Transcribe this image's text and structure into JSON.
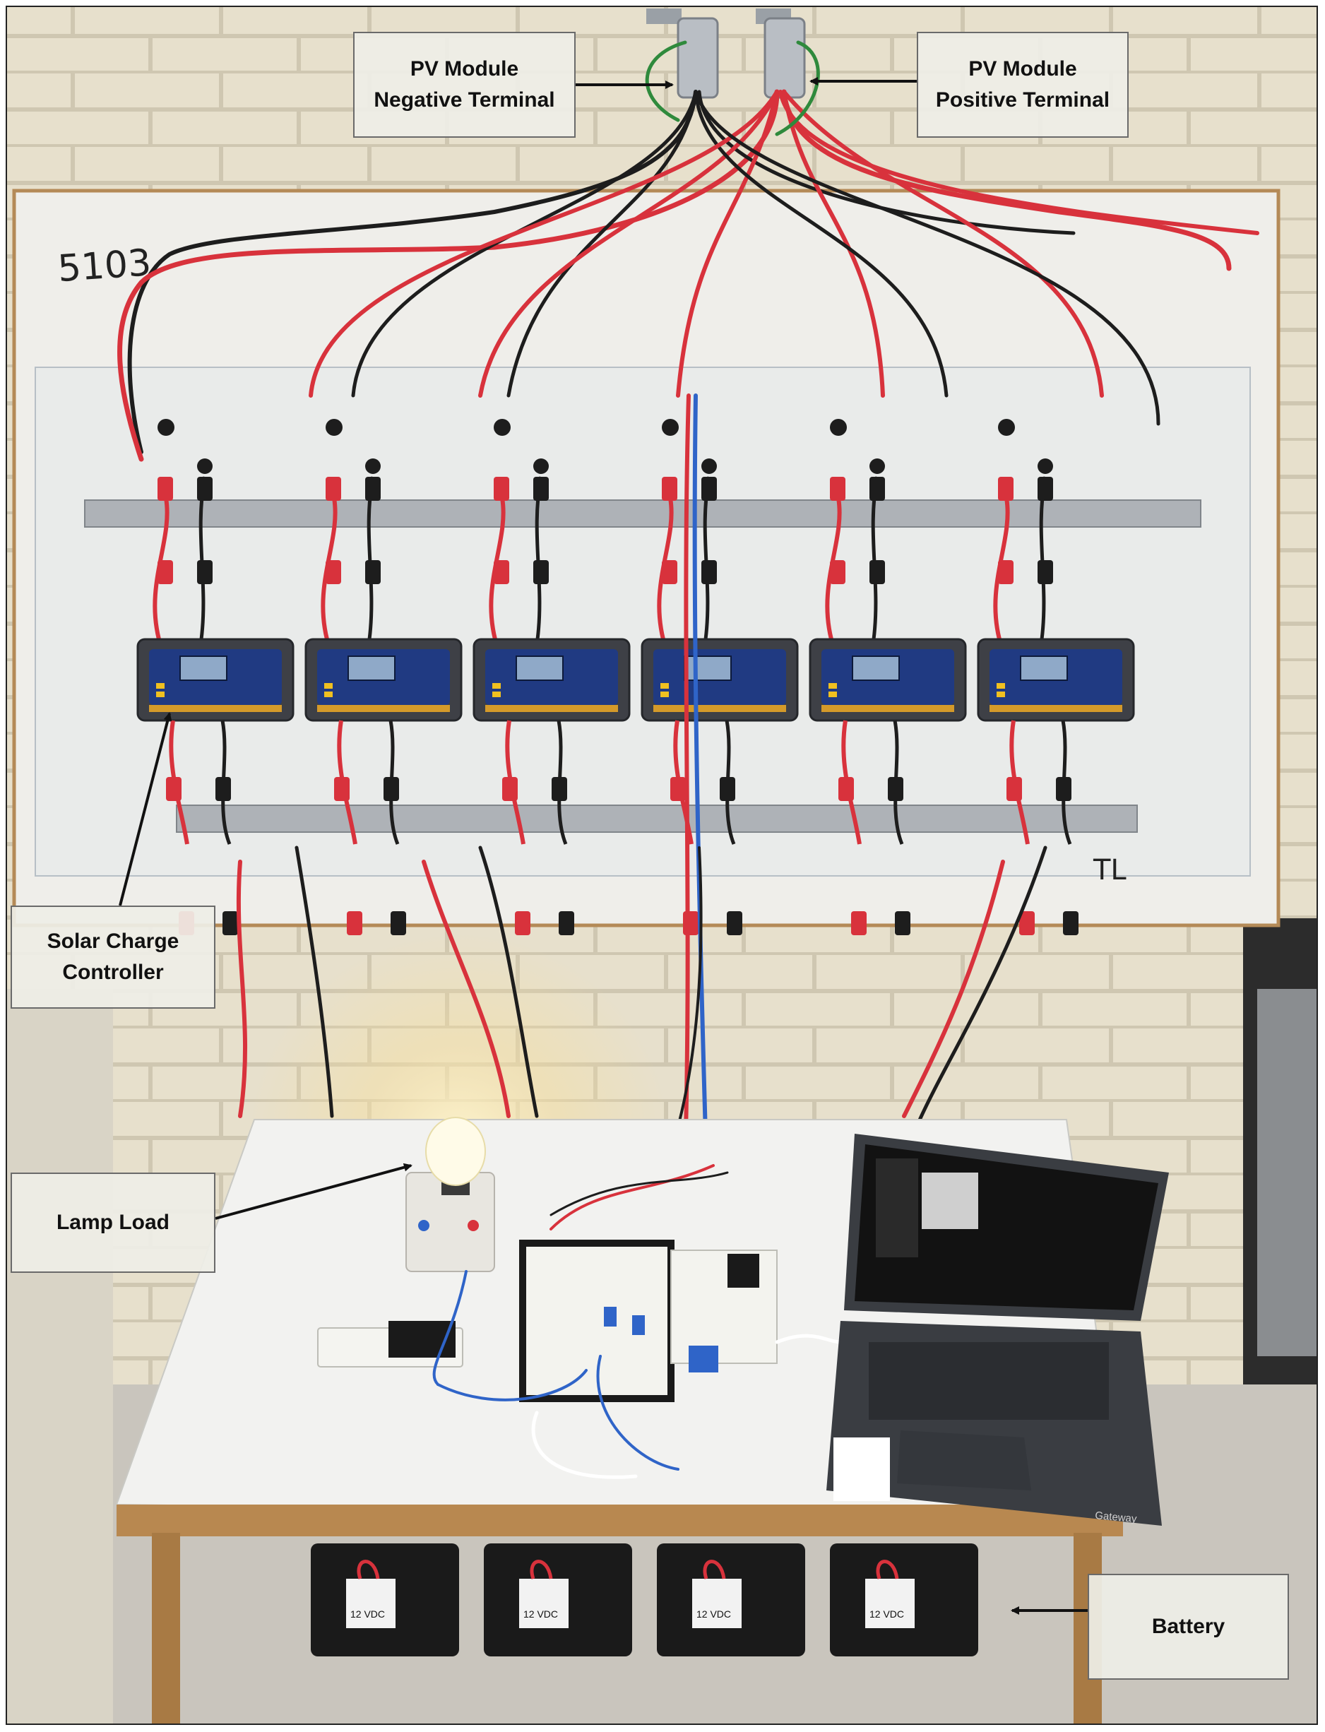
{
  "labels": {
    "pv_negative": [
      "PV Module",
      "Negative Terminal"
    ],
    "pv_positive": [
      "PV Module",
      "Positive Terminal"
    ],
    "solar_charge_controller": [
      "Solar Charge",
      "Controller"
    ],
    "lamp_load": "Lamp Load",
    "battery": "Battery"
  },
  "scene_text": {
    "board_marking": "5103",
    "board_initials": "TL",
    "battery_voltage": "12 VDC",
    "laptop_brand": "Gateway"
  },
  "counts": {
    "charge_controllers": 6,
    "batteries": 4
  },
  "colors": {
    "wall": "#e7e0cc",
    "mortar": "#cfc7b1",
    "board": "#f4f4f2",
    "wire_red": "#d8323c",
    "wire_black": "#1d1d1d",
    "wire_blue": "#2f64c8",
    "controller_body": "#3e4046",
    "controller_panel": "#203a82",
    "table_top": "#f2f2f0",
    "table_wood": "#b88850",
    "laptop": "#3a3d42",
    "battery": "#1a1a1a",
    "arrow": "#111111"
  }
}
